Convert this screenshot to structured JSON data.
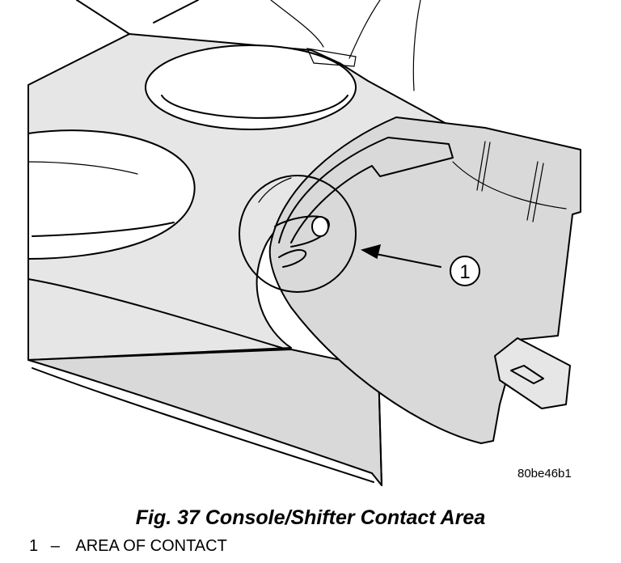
{
  "figure": {
    "callout_number": "1",
    "reference_code": "80be46b1",
    "caption": "Fig. 37 Console/Shifter Contact Area",
    "legend": [
      {
        "number": "1",
        "separator": "–",
        "label": "AREA OF CONTACT"
      }
    ]
  }
}
